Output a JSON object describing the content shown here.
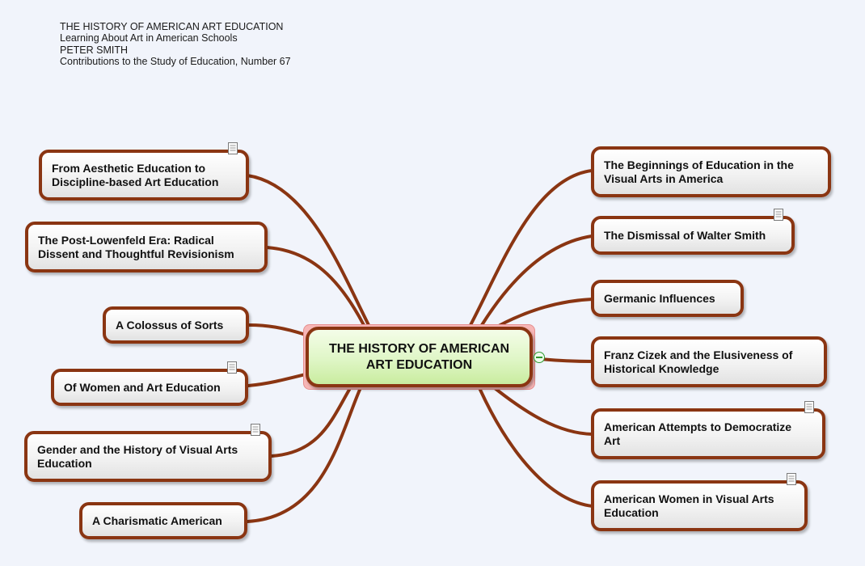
{
  "header": {
    "line1": "THE HISTORY OF AMERICAN ART EDUCATION",
    "line2": "Learning About Art in American Schools",
    "line3": "PETER SMITH",
    "line4": "Contributions to the Study of Education, Number 67"
  },
  "central": {
    "label": "THE HISTORY OF AMERICAN\nART EDUCATION"
  },
  "topics": [
    {
      "label": "From Aesthetic Education to\nDiscipline-based Art Education",
      "has_note": true
    },
    {
      "label": "The Post-Lowenfeld Era: Radical\nDissent and Thoughtful Revisionism",
      "has_note": false
    },
    {
      "label": "A Colossus of Sorts",
      "has_note": false
    },
    {
      "label": "Of Women and Art Education",
      "has_note": true
    },
    {
      "label": "Gender and the History of Visual Arts\nEducation",
      "has_note": true
    },
    {
      "label": "A Charismatic American",
      "has_note": false
    },
    {
      "label": "The Beginnings of Education in the\nVisual Arts in America",
      "has_note": false
    },
    {
      "label": "The Dismissal of Walter Smith",
      "has_note": true
    },
    {
      "label": "Germanic Influences",
      "has_note": false
    },
    {
      "label": "Franz Cizek and the Elusiveness of\nHistorical Knowledge",
      "has_note": false
    },
    {
      "label": "American Attempts to Democratize\nArt",
      "has_note": true
    },
    {
      "label": "American Women in Visual Arts\nEducation",
      "has_note": true
    }
  ],
  "icons": {
    "note": "note-icon",
    "collapse": "collapse-minus-icon"
  },
  "colors": {
    "branch": "#8a3512",
    "central_fill": "#d8f3b8",
    "selection": "#f7b6b6",
    "background": "#f1f4fb"
  }
}
